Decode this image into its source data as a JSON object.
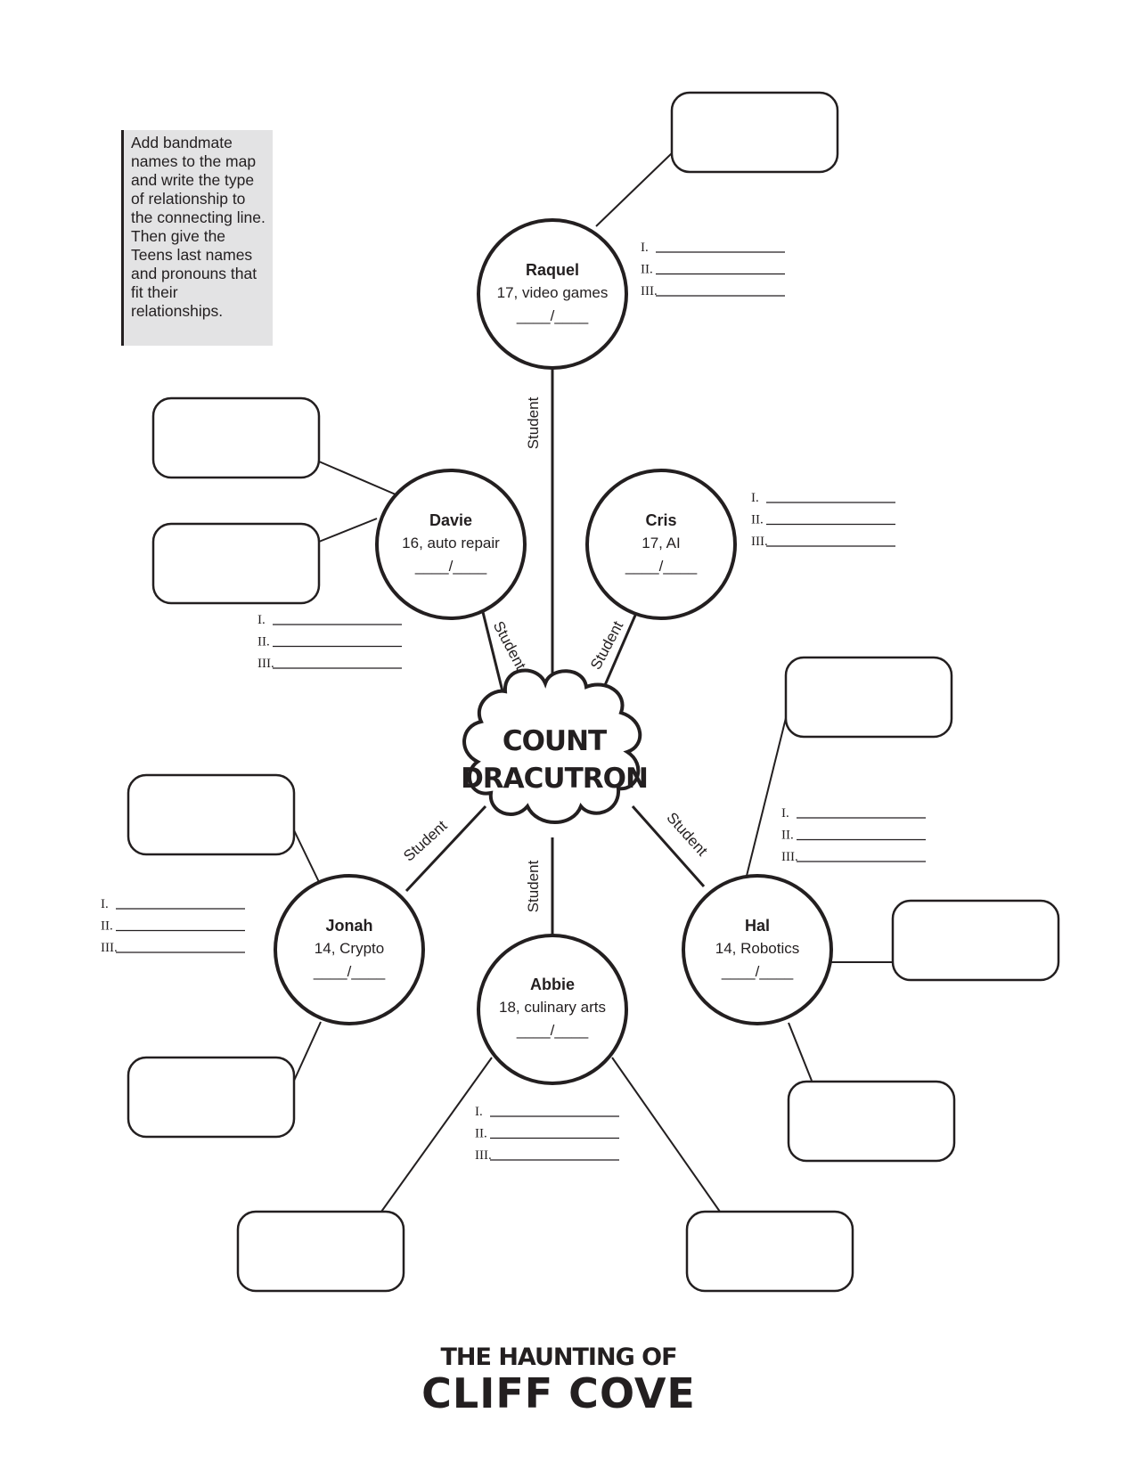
{
  "instructions": "Add bandmate names to the map and write the type of relationship to the connecting line. Then give the Teens last names and pronouns that fit their relationships.",
  "center": {
    "line1": "COUNT",
    "line2": "DRACUTRON"
  },
  "edge_label": "Student",
  "blank_pronouns": "____/____",
  "list_markers": [
    "I.",
    "II.",
    "III."
  ],
  "teens": {
    "raquel": {
      "name": "Raquel",
      "detail": "17, video games"
    },
    "davie": {
      "name": "Davie",
      "detail": "16, auto repair"
    },
    "cris": {
      "name": "Cris",
      "detail": "17, AI"
    },
    "jonah": {
      "name": "Jonah",
      "detail": "14, Crypto"
    },
    "abbie": {
      "name": "Abbie",
      "detail": "18, culinary arts"
    },
    "hal": {
      "name": "Hal",
      "detail": "14, Robotics"
    }
  },
  "footer": {
    "line1": "THE HAUNTING OF",
    "line2": "CLIFF COVE"
  }
}
